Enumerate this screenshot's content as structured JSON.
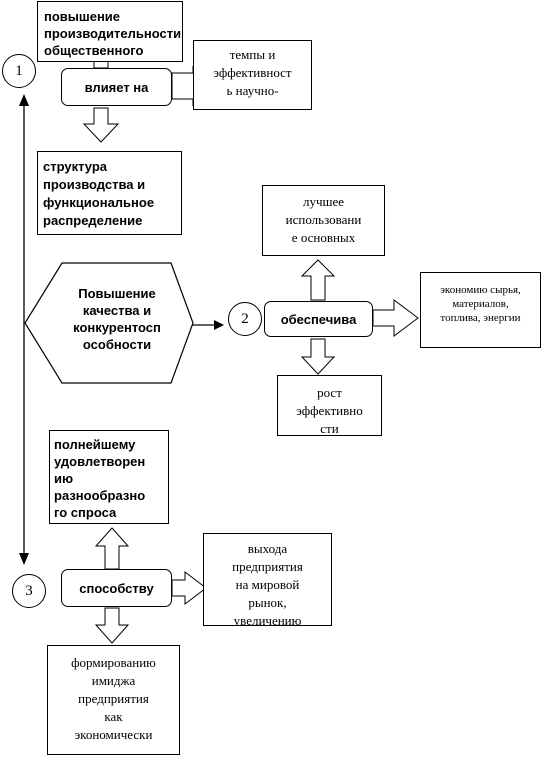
{
  "circles": {
    "c1": "1",
    "c2": "2",
    "c3": "3"
  },
  "top": {
    "box_productivity": "повышение\nпроизводительности\nобщественного",
    "box_tempo": "темпы и\nэффективност\nь научно-",
    "pill_influence": "влияет на",
    "box_structure": "структура\nпроизводства и\nфункциональное\nраспределение"
  },
  "middle": {
    "box_better_use": "лучшее\nиспользовани\nе основных",
    "hexagon_label": "Повышение\nкачества и\nконкурентосп\nособности",
    "pill_ensures": "обеспечива",
    "box_economy": "экономию сырья,\nматериалов,\nтоплива, энергии",
    "box_efficiency": "рост\nэффективно\nсти"
  },
  "bottom": {
    "box_satisfaction": "полнейшему\nудовлетворен\nию\nразнообразно\nго спроса",
    "pill_promotes": "способству",
    "box_market": "выхода\nпредприятия\nна мировой\nрынок,\nувеличению",
    "box_image": "формированию\nимиджа\nпредприятия\nкак\nэкономически"
  }
}
